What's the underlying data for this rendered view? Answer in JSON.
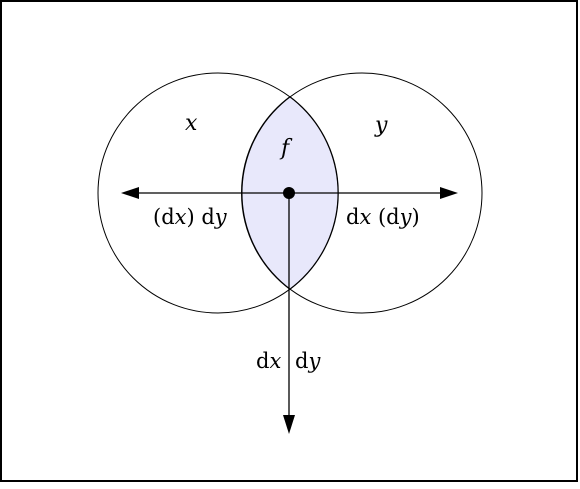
{
  "colors": {
    "background": "#ffffff",
    "stroke": "#000000",
    "intersection_fill": "#e8e8fb",
    "intersection_stroke": "#000000"
  },
  "diagram": {
    "circle_left_label": "x",
    "circle_right_label": "y",
    "intersection_label": "f",
    "arrow_left_label": {
      "open": "(d",
      "var1": "x",
      "mid": ") d",
      "var2": "y"
    },
    "arrow_right_label": {
      "d1": "d",
      "var1": "x",
      "mid": " (d",
      "var2": "y",
      "close": ")"
    },
    "arrow_down_label": {
      "d1": "d",
      "var1": "x",
      "d2": "d",
      "var2": "y"
    }
  }
}
